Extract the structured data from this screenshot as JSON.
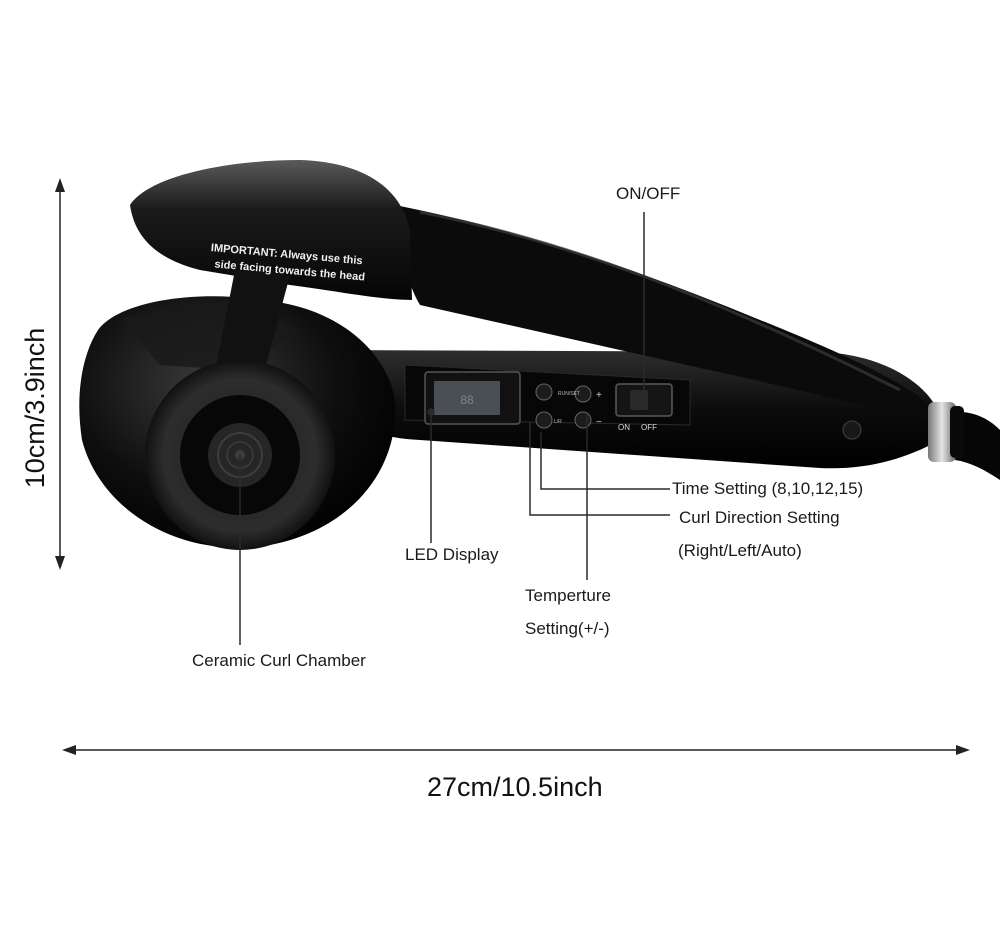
{
  "dimensions": {
    "height": "10cm/3.9inch",
    "width": "27cm/10.5inch"
  },
  "callouts": {
    "on_off": "ON/OFF",
    "led_display": "LED Display",
    "time_setting": "Time Setting (8,10,12,15)",
    "curl_direction_line1": "Curl Direction Setting",
    "curl_direction_line2": "(Right/Left/Auto)",
    "temperature_line1": "Temperture",
    "temperature_line2": "Setting(+/-)",
    "ceramic_chamber": "Ceramic Curl Chamber"
  },
  "device_print": {
    "important_line1": "IMPORTANT: Always use this",
    "important_line2": "side facing towards the head",
    "switch_on": "ON",
    "switch_off": "OFF",
    "button_top_left": "RUN/SET",
    "button_bottom_left": "L/R",
    "button_plus": "+",
    "button_minus": "−"
  },
  "colors": {
    "body": "#0a0a0a",
    "highlight": "#3a3a3a",
    "lines": "#222222",
    "lcd": "#4a4f55"
  }
}
